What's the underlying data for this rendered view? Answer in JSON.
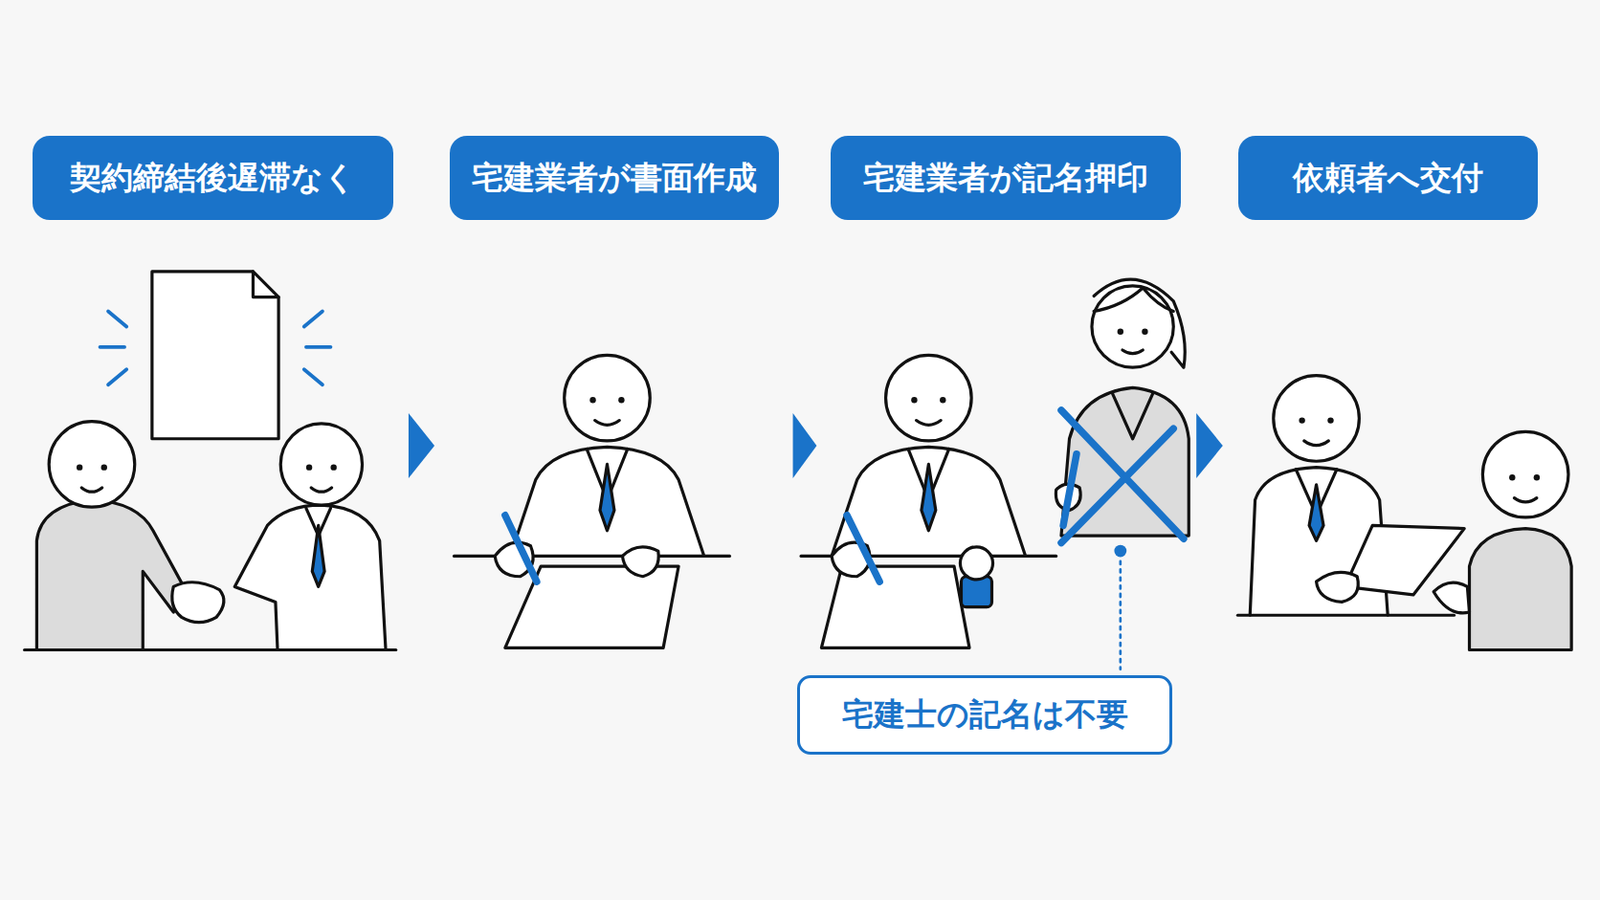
{
  "diagram": {
    "nodes": [
      {
        "text": [
          "契約締結後遅滞なく"
        ]
      },
      {
        "text": [
          "宅建業者が書面作成"
        ]
      },
      {
        "text": [
          "宅建業者が記名押印"
        ]
      },
      {
        "text": [
          "依頼者へ交付"
        ]
      },
      {
        "text": [
          "宅建士の記名は不要"
        ]
      }
    ],
    "edges": [
      {
        "from": 0,
        "to": 1,
        "arrow": "to"
      },
      {
        "from": 1,
        "to": 2,
        "arrow": "to"
      },
      {
        "from": 2,
        "to": 3,
        "arrow": "to"
      }
    ]
  }
}
